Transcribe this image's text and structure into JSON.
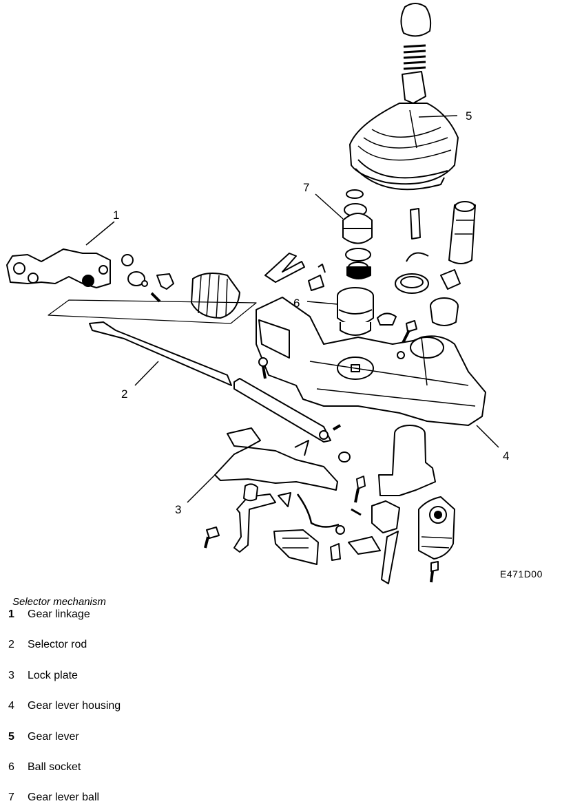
{
  "figure": {
    "code": "E471D00",
    "callouts": [
      "1",
      "2",
      "3",
      "4",
      "5",
      "6",
      "7"
    ]
  },
  "caption": "Selector mechanism",
  "legend": [
    {
      "num": "1",
      "label": "Gear linkage"
    },
    {
      "num": "2",
      "label": "Selector rod"
    },
    {
      "num": "3",
      "label": "Lock plate"
    },
    {
      "num": "4",
      "label": "Gear lever housing"
    },
    {
      "num": "5",
      "label": "Gear lever"
    },
    {
      "num": "6",
      "label": "Ball socket"
    },
    {
      "num": "7",
      "label": "Gear lever ball"
    }
  ]
}
